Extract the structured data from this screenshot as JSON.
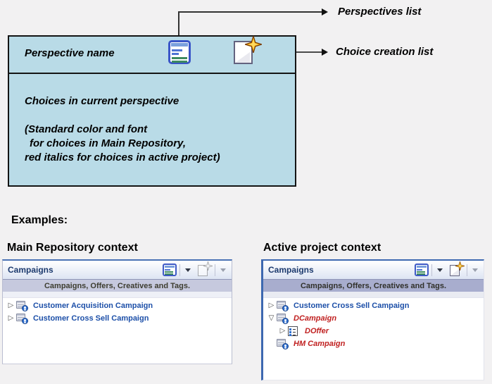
{
  "diagram": {
    "box": {
      "title": "Perspective name",
      "fill_color": "#b9dbe7",
      "body": {
        "line1": "Choices in current perspective",
        "line2": "(Standard color and font",
        "line3": "for choices in Main Repository,",
        "line4": "red italics for choices in active project)"
      }
    },
    "callouts": [
      {
        "label": "Perspectives list"
      },
      {
        "label": "Choice creation list"
      }
    ]
  },
  "examples": {
    "heading": "Examples:",
    "panels": [
      {
        "title": "Main Repository context",
        "header": "Campaigns",
        "subtitle": "Campaigns, Offers, Creatives and Tags.",
        "toolbar": {
          "choice_creation_enabled": false
        },
        "items": [
          {
            "label": "Customer Acquisition Campaign",
            "type": "campaign",
            "style": "standard",
            "expander": "collapsed",
            "indent": 0
          },
          {
            "label": "Customer Cross Sell Campaign",
            "type": "campaign",
            "style": "standard",
            "expander": "collapsed",
            "indent": 0
          }
        ]
      },
      {
        "title": "Active project context",
        "header": "Campaigns",
        "subtitle": "Campaigns, Offers, Creatives and Tags.",
        "toolbar": {
          "choice_creation_enabled": true
        },
        "items": [
          {
            "label": "Customer Cross Sell Campaign",
            "type": "campaign",
            "style": "standard",
            "expander": "collapsed",
            "indent": 0
          },
          {
            "label": "DCampaign",
            "type": "campaign",
            "style": "project",
            "expander": "expanded",
            "indent": 0
          },
          {
            "label": "DOffer",
            "type": "offer",
            "style": "project",
            "expander": "collapsed",
            "indent": 1
          },
          {
            "label": "HM Campaign",
            "type": "campaign",
            "style": "project",
            "expander": "none",
            "indent": 0
          }
        ]
      }
    ]
  },
  "colors": {
    "box_fill": "#b9dbe7",
    "standard_item": "#1c4fa8",
    "project_item": "#c02020",
    "panel_accent": "#3d68b0",
    "subtitle_main": "#c6c9de",
    "subtitle_active": "#a8adce"
  }
}
